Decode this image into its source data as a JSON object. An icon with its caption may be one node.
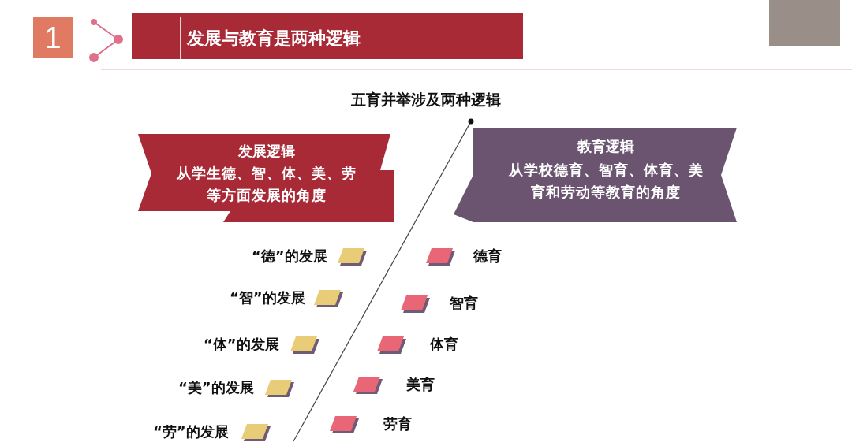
{
  "diagram": {
    "title": "五育并举涉及两种逻辑",
    "nodes": [
      {
        "text": [
          "1"
        ]
      },
      {
        "text": [
          "发展与教育是两种逻辑"
        ]
      },
      {
        "text": [
          "发展逻辑",
          "从学生德、智、体、美、劳等方面发展的角度"
        ]
      },
      {
        "text": [
          "教育逻辑",
          "从学校德育、智育、体育、美育和劳动等教育的角度"
        ]
      },
      {
        "text": [
          "“德”的发展"
        ]
      },
      {
        "text": [
          "“智”的发展"
        ]
      },
      {
        "text": [
          "“体”的发展"
        ]
      },
      {
        "text": [
          "“美”的发展"
        ]
      },
      {
        "text": [
          "“劳”的发展"
        ]
      },
      {
        "text": [
          "德育"
        ]
      },
      {
        "text": [
          "智育"
        ]
      },
      {
        "text": [
          "体育"
        ]
      },
      {
        "text": [
          "美育"
        ]
      },
      {
        "text": [
          "劳育"
        ]
      }
    ]
  }
}
